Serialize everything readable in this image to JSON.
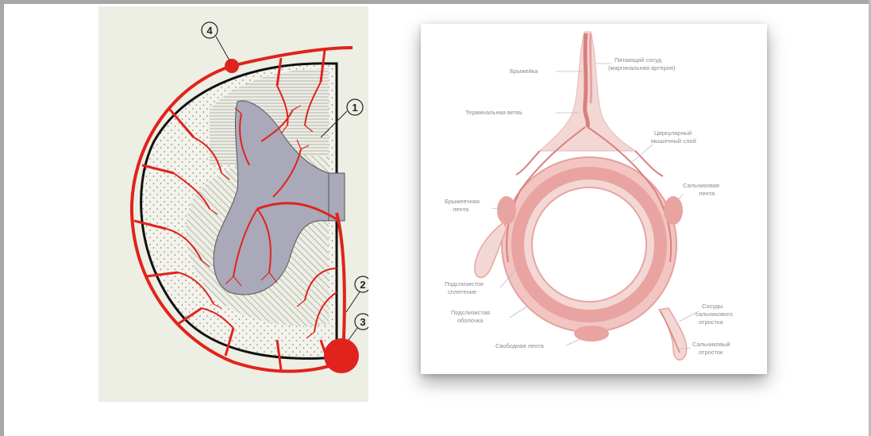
{
  "markers": [
    "4",
    "1",
    "2",
    "3"
  ],
  "labels": {
    "brizheika": "Брыжейка",
    "feeding_vessel_l1": "Питающий сосуд",
    "feeding_vessel_l2": "(маргинальная артерия)",
    "terminal_branch": "Терминальная ветвь",
    "circular_l1": "Циркулярный",
    "circular_l2": "мышечный слой",
    "mesenteric_band_l1": "Брыжеечная",
    "mesenteric_band_l2": "лента",
    "omental_band_l1": "Сальниковая",
    "omental_band_l2": "лента",
    "submucous_plexus_l1": "Подслизистое",
    "submucous_plexus_l2": "сплетение",
    "submucosa_l1": "Подслизистая",
    "submucosa_l2": "оболочка",
    "free_band": "Свободная лента",
    "appendix_vessels_l1": "Сосуды",
    "appendix_vessels_l2": "сальникового",
    "appendix_vessels_l3": "отростка",
    "omental_appendix_l1": "Сальниковый",
    "omental_appendix_l2": "отросток"
  },
  "colors": {
    "artery": "#e0231c",
    "wall": "#e9a3a1",
    "wall_dark": "#d8807e",
    "background_left": "#edeee4",
    "gray_zone": "#a9a9b9"
  }
}
